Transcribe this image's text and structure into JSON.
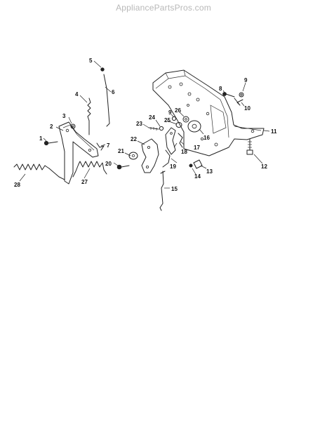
{
  "header": {
    "watermark": "AppliancePartsPros.com"
  },
  "diagram": {
    "callouts": [
      "1",
      "2",
      "3",
      "4",
      "5",
      "6",
      "7",
      "8",
      "9",
      "9",
      "10",
      "11",
      "12",
      "13",
      "14",
      "15",
      "16",
      "17",
      "18",
      "19",
      "20",
      "21",
      "22",
      "23",
      "24",
      "25",
      "26",
      "27",
      "28"
    ]
  }
}
